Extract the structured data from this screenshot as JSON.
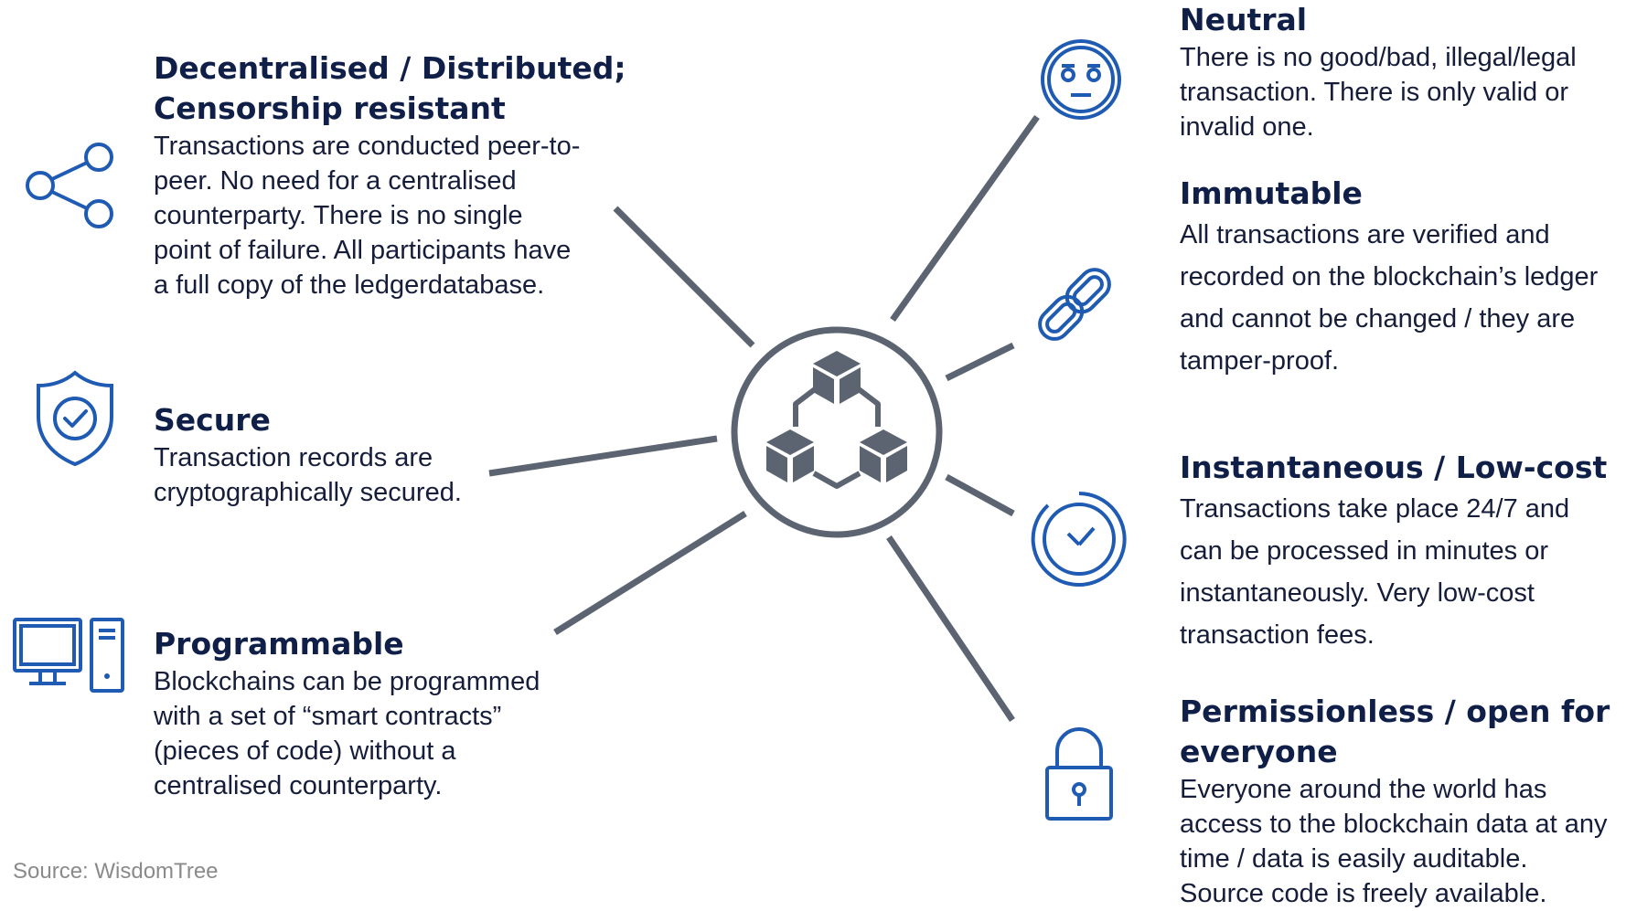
{
  "colors": {
    "icon_blue": "#1f5bb3",
    "connector_gray": "#5b6470",
    "title_navy": "#0f1f48",
    "source_gray": "#8a8a8a"
  },
  "hub": {
    "icon": "blockchain-cubes-icon"
  },
  "features": {
    "decentralised": {
      "icon": "share-network-icon",
      "title_line1": "Decentralised / Distributed;",
      "title_line2": "Censorship resistant",
      "desc": [
        "Transactions are conducted peer-to-",
        "peer. No need for a centralised",
        "counterparty. There is no single",
        "point of failure.  All participants have",
        "a full copy of the ledgerdatabase."
      ]
    },
    "secure": {
      "icon": "shield-check-icon",
      "title": "Secure",
      "desc": [
        "Transaction records are",
        "cryptographically secured."
      ]
    },
    "programmable": {
      "icon": "desktop-computer-icon",
      "title": "Programmable",
      "desc": [
        "Blockchains can be programmed",
        "with a set of “smart contracts”",
        "(pieces of code) without a",
        "centralised counterparty."
      ]
    },
    "neutral": {
      "icon": "neutral-face-icon",
      "title": "Neutral",
      "desc": [
        "There is no good/bad, illegal/legal",
        "transaction. There is only valid or",
        "invalid one."
      ]
    },
    "immutable": {
      "icon": "chain-link-icon",
      "title": "Immutable",
      "desc": [
        "All transactions are verified and",
        "recorded on the blockchain’s ledger",
        "and cannot be changed / they are",
        "tamper-proof."
      ]
    },
    "instantaneous": {
      "icon": "clock-check-icon",
      "title": "Instantaneous / Low-cost",
      "desc": [
        "Transactions take place 24/7 and",
        "can be processed in minutes or",
        "instantaneously. Very low-cost",
        "transaction fees."
      ]
    },
    "permissionless": {
      "icon": "padlock-icon",
      "title_line1": "Permissionless / open for",
      "title_line2": "everyone",
      "desc": [
        "Everyone around the world has",
        "access to the blockchain data at any",
        "time / data is easily auditable.",
        "Source code is freely available."
      ]
    }
  },
  "source": "Source: WisdomTree"
}
